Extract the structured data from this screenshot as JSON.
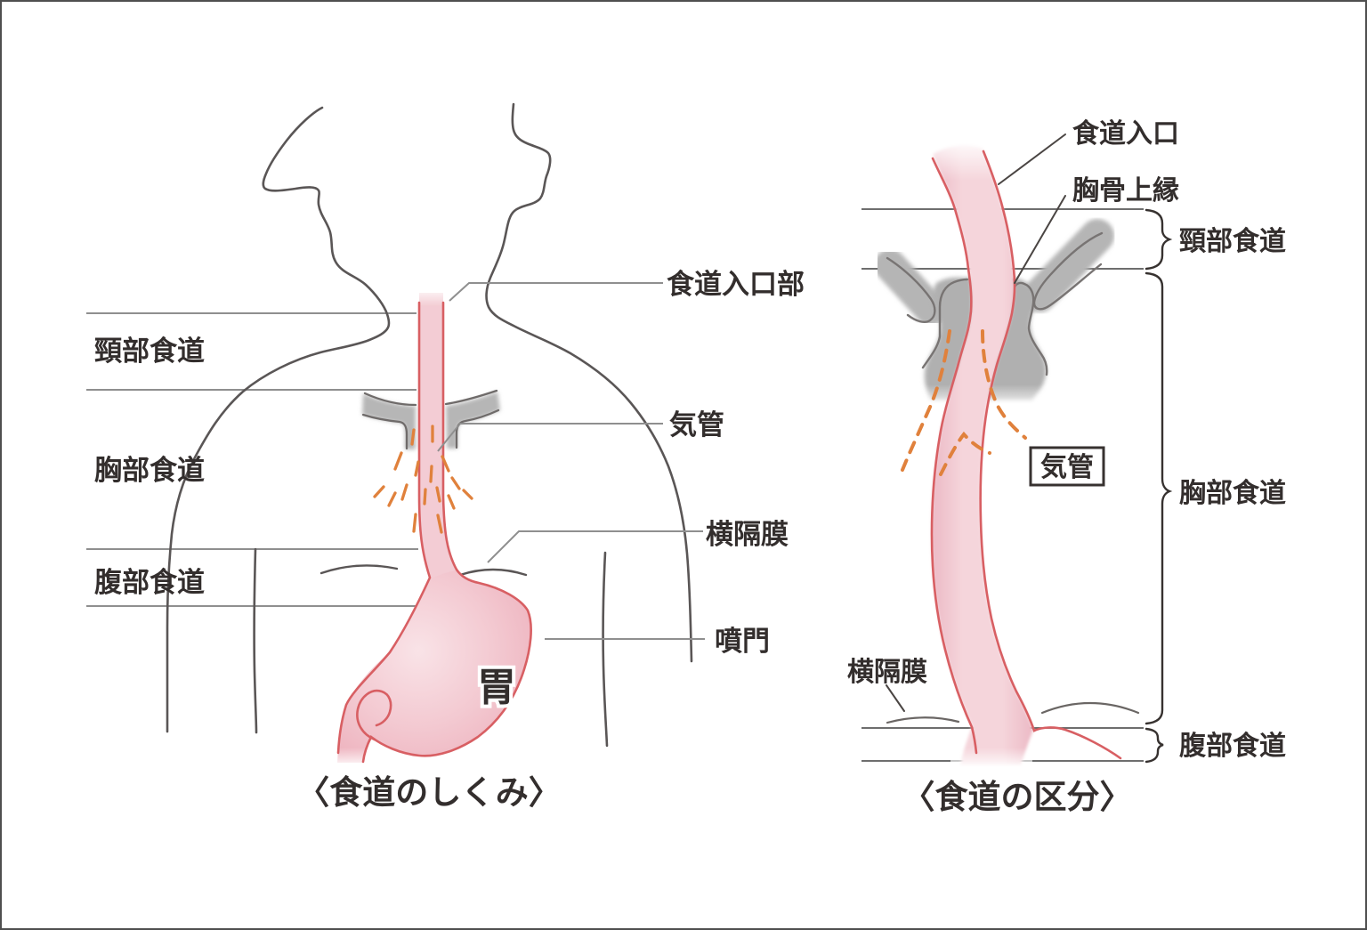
{
  "left_panel": {
    "caption": "〈食道のしくみ〉",
    "region_labels": [
      "頸部食道",
      "胸部食道",
      "腹部食道"
    ],
    "labels": {
      "entrance": "食道入口部",
      "trachea": "気管",
      "diaphragm": "横隔膜",
      "cardia": "噴門",
      "stomach": "胃"
    }
  },
  "right_panel": {
    "caption": "〈食道の区分〉",
    "labels": {
      "entrance": "食道入口",
      "sternum_top": "胸骨上縁",
      "trachea": "気管",
      "diaphragm": "横隔膜"
    },
    "region_labels": {
      "cervical": "頸部食道",
      "thoracic": "胸部食道",
      "abdominal": "腹部食道"
    }
  },
  "colors": {
    "esophagus_fill": "#f3ccd4",
    "esophagus_stroke": "#d85f63",
    "stomach_fill_edge": "#edb0bc",
    "stomach_fill_center": "#f9e3e7",
    "bone_gray": "#b5b5b5",
    "body_outline_gray": "#5a5656",
    "leader_line_gray": "#8f8f8f",
    "trachea_dash_orange": "#e0813c",
    "text_color": "#332e2d",
    "frame_gray": "#4f4f4f",
    "background": "#ffffff"
  }
}
